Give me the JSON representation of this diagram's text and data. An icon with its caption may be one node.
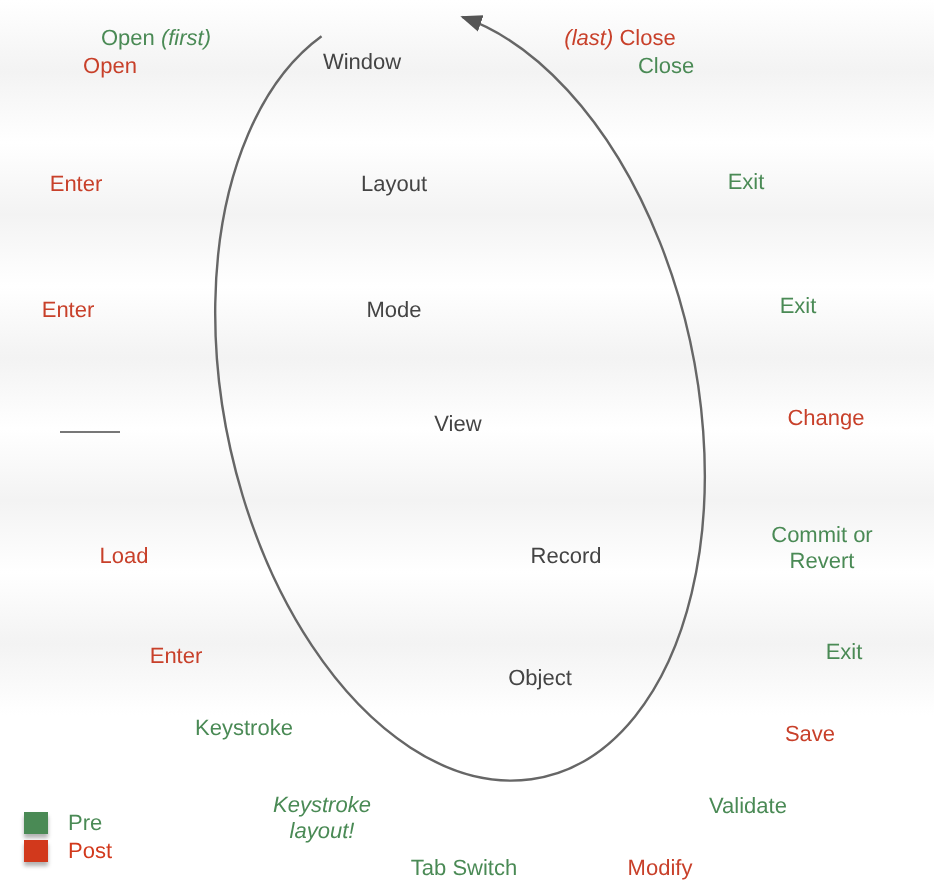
{
  "diagram": {
    "labels": [
      "Open *(first)*",
      "*(last)* Close",
      "Open",
      "Window",
      "Close",
      "Enter",
      "Layout",
      "Exit",
      "Enter",
      "Mode",
      "Exit",
      "View",
      "Change",
      "Load",
      "Record",
      "Commit or Revert",
      "Enter",
      "Exit",
      "Object",
      "Keystroke",
      "Save",
      "Keystroke layout!",
      "Validate",
      "Tab Switch",
      "Modify"
    ],
    "legend": [
      {
        "text": "Pre",
        "color": "#4a8a55"
      },
      {
        "text": "Post",
        "color": "#d2391c"
      }
    ]
  }
}
